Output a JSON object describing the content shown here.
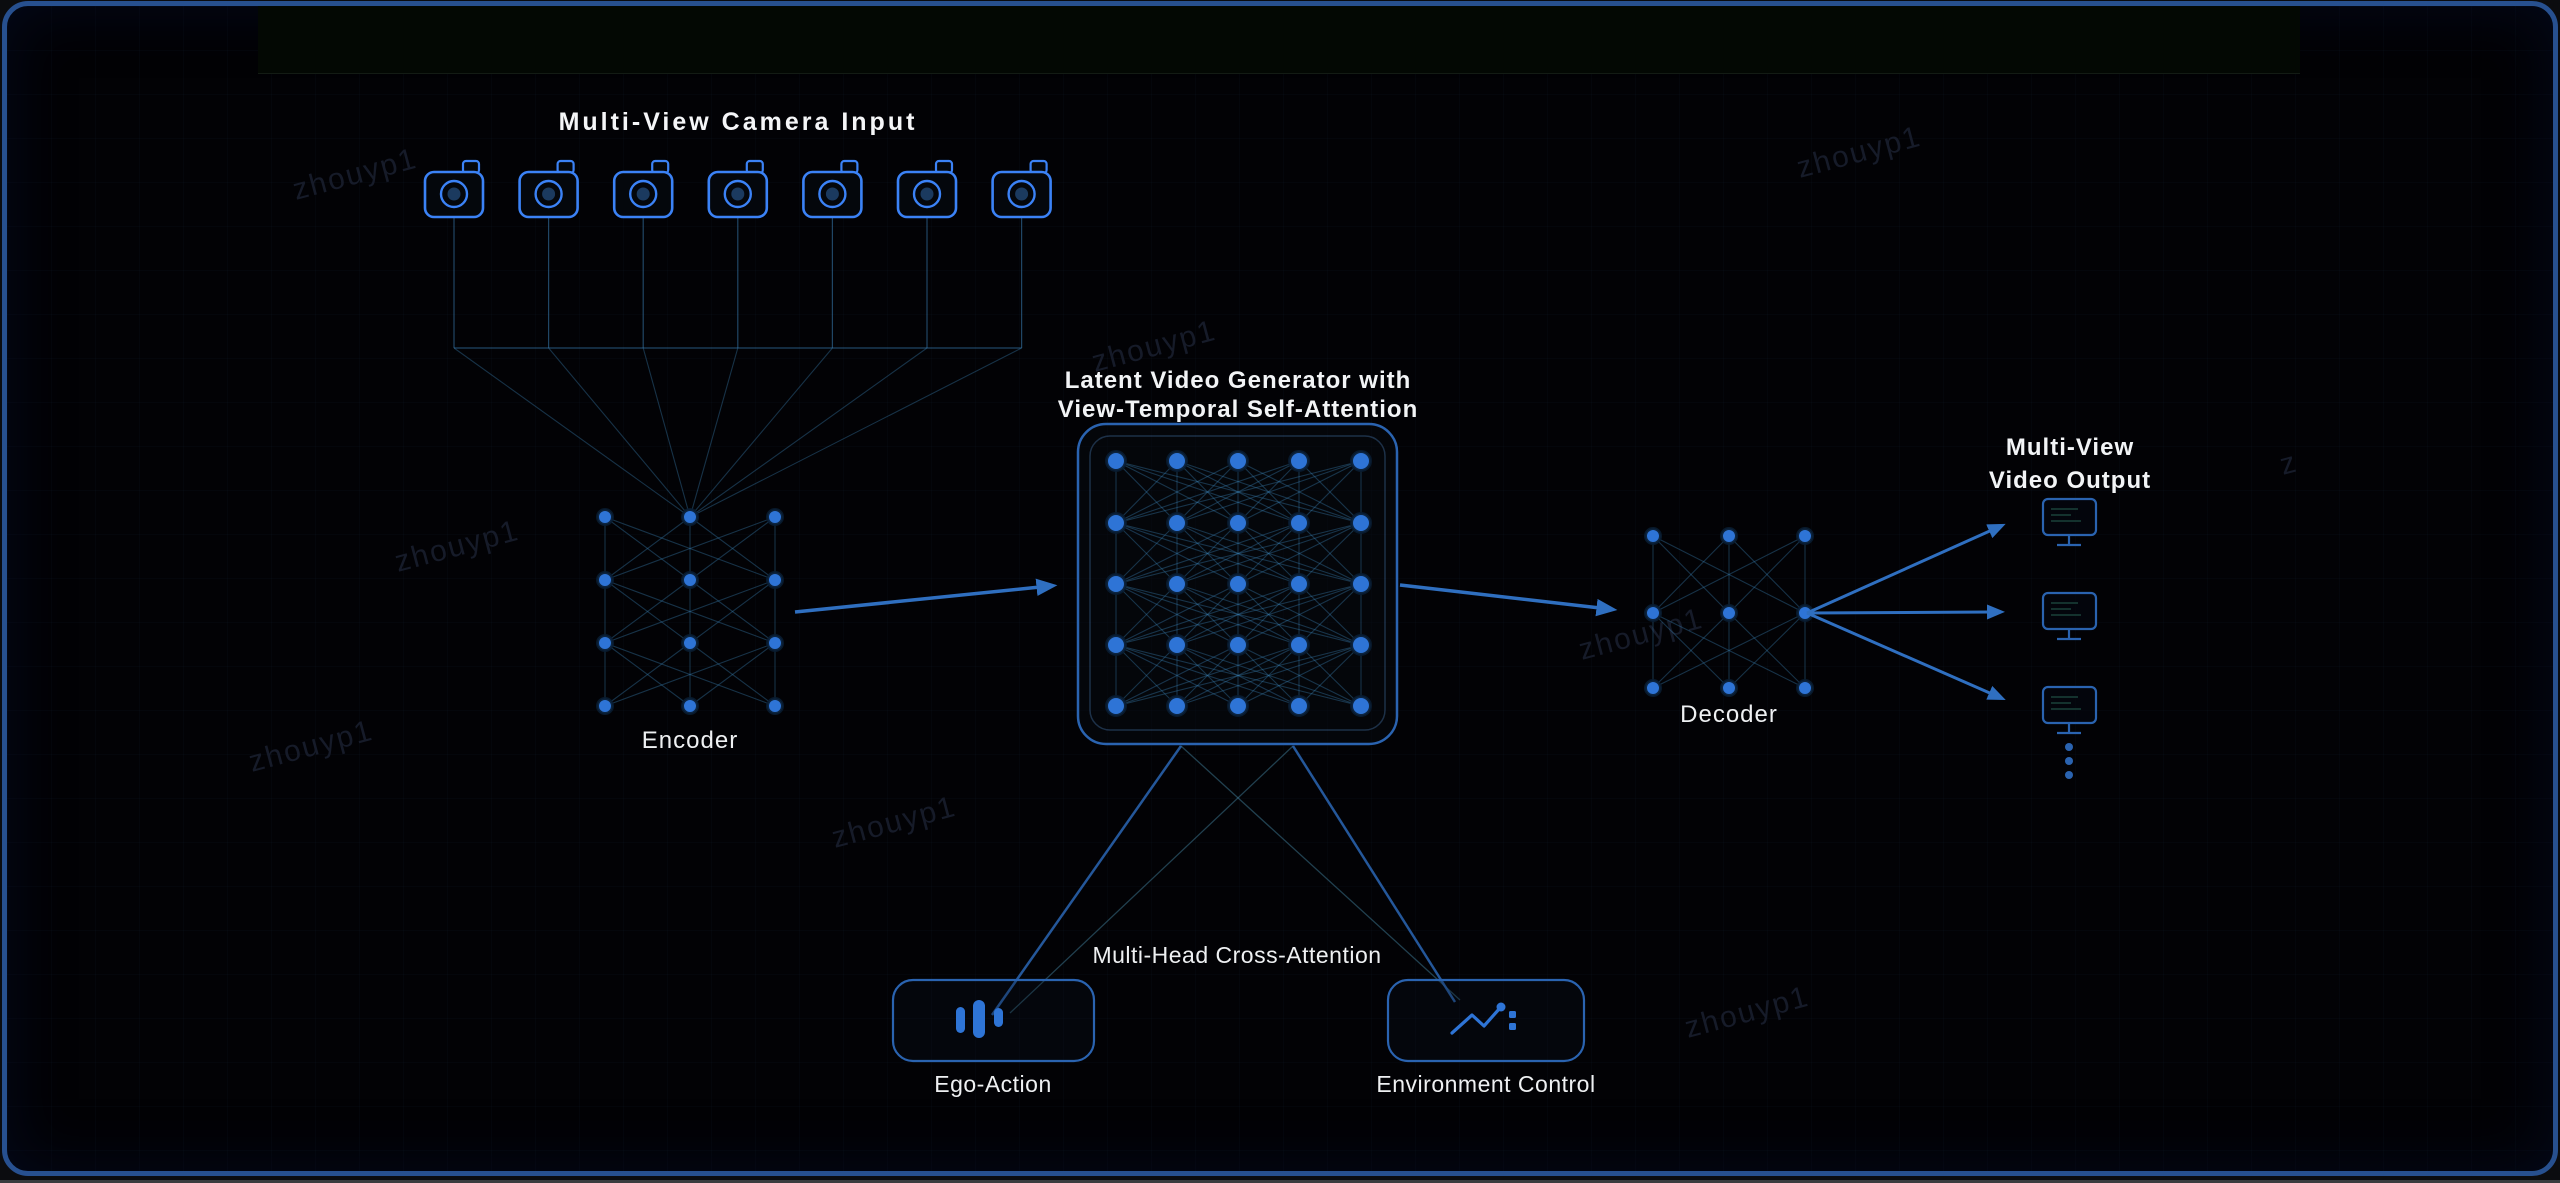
{
  "colors": {
    "frame_border": "#27508f",
    "canvas_bg": "#020205",
    "accent_blue": "#3b82f6",
    "node_blue": "#2e74d6",
    "arrow_blue": "#2f6fc0",
    "box_stroke": "#2a63b0",
    "wire": "rgba(58,128,180,0.38)",
    "wire_strong": "rgba(58,128,180,0.55)",
    "monitor_line": "rgba(45,115,95,0.55)",
    "text": "#f2f4f6",
    "watermark": "#161b29"
  },
  "camera_input": {
    "title": "Multi-View Camera Input",
    "camera_count": 7
  },
  "encoder": {
    "label": "Encoder",
    "columns": 3,
    "rows": 4
  },
  "latent_generator": {
    "title_line1": "Latent Video Generator with",
    "title_line2": "View-Temporal Self-Attention",
    "grid_columns": 5,
    "grid_rows": 5
  },
  "decoder": {
    "label": "Decoder",
    "columns": 3,
    "rows": 3
  },
  "video_output": {
    "title_line1": "Multi-View",
    "title_line2": "Video Output",
    "monitor_count": 3,
    "ellipsis_dots": 3
  },
  "cross_attention": {
    "label": "Multi-Head Cross-Attention"
  },
  "controls": [
    {
      "label": "Ego-Action",
      "icon": "equalizer-bars-icon",
      "bar_count": 3
    },
    {
      "label": "Environment Control",
      "icon": "trend-line-icon"
    }
  ],
  "watermarks": [
    "zhouyp1",
    "zhouyp1",
    "zhouyp1",
    "zhouyp1",
    "zhouyp1",
    "z",
    "zhouyp1",
    "zhouyp1",
    "zhouyp1"
  ]
}
